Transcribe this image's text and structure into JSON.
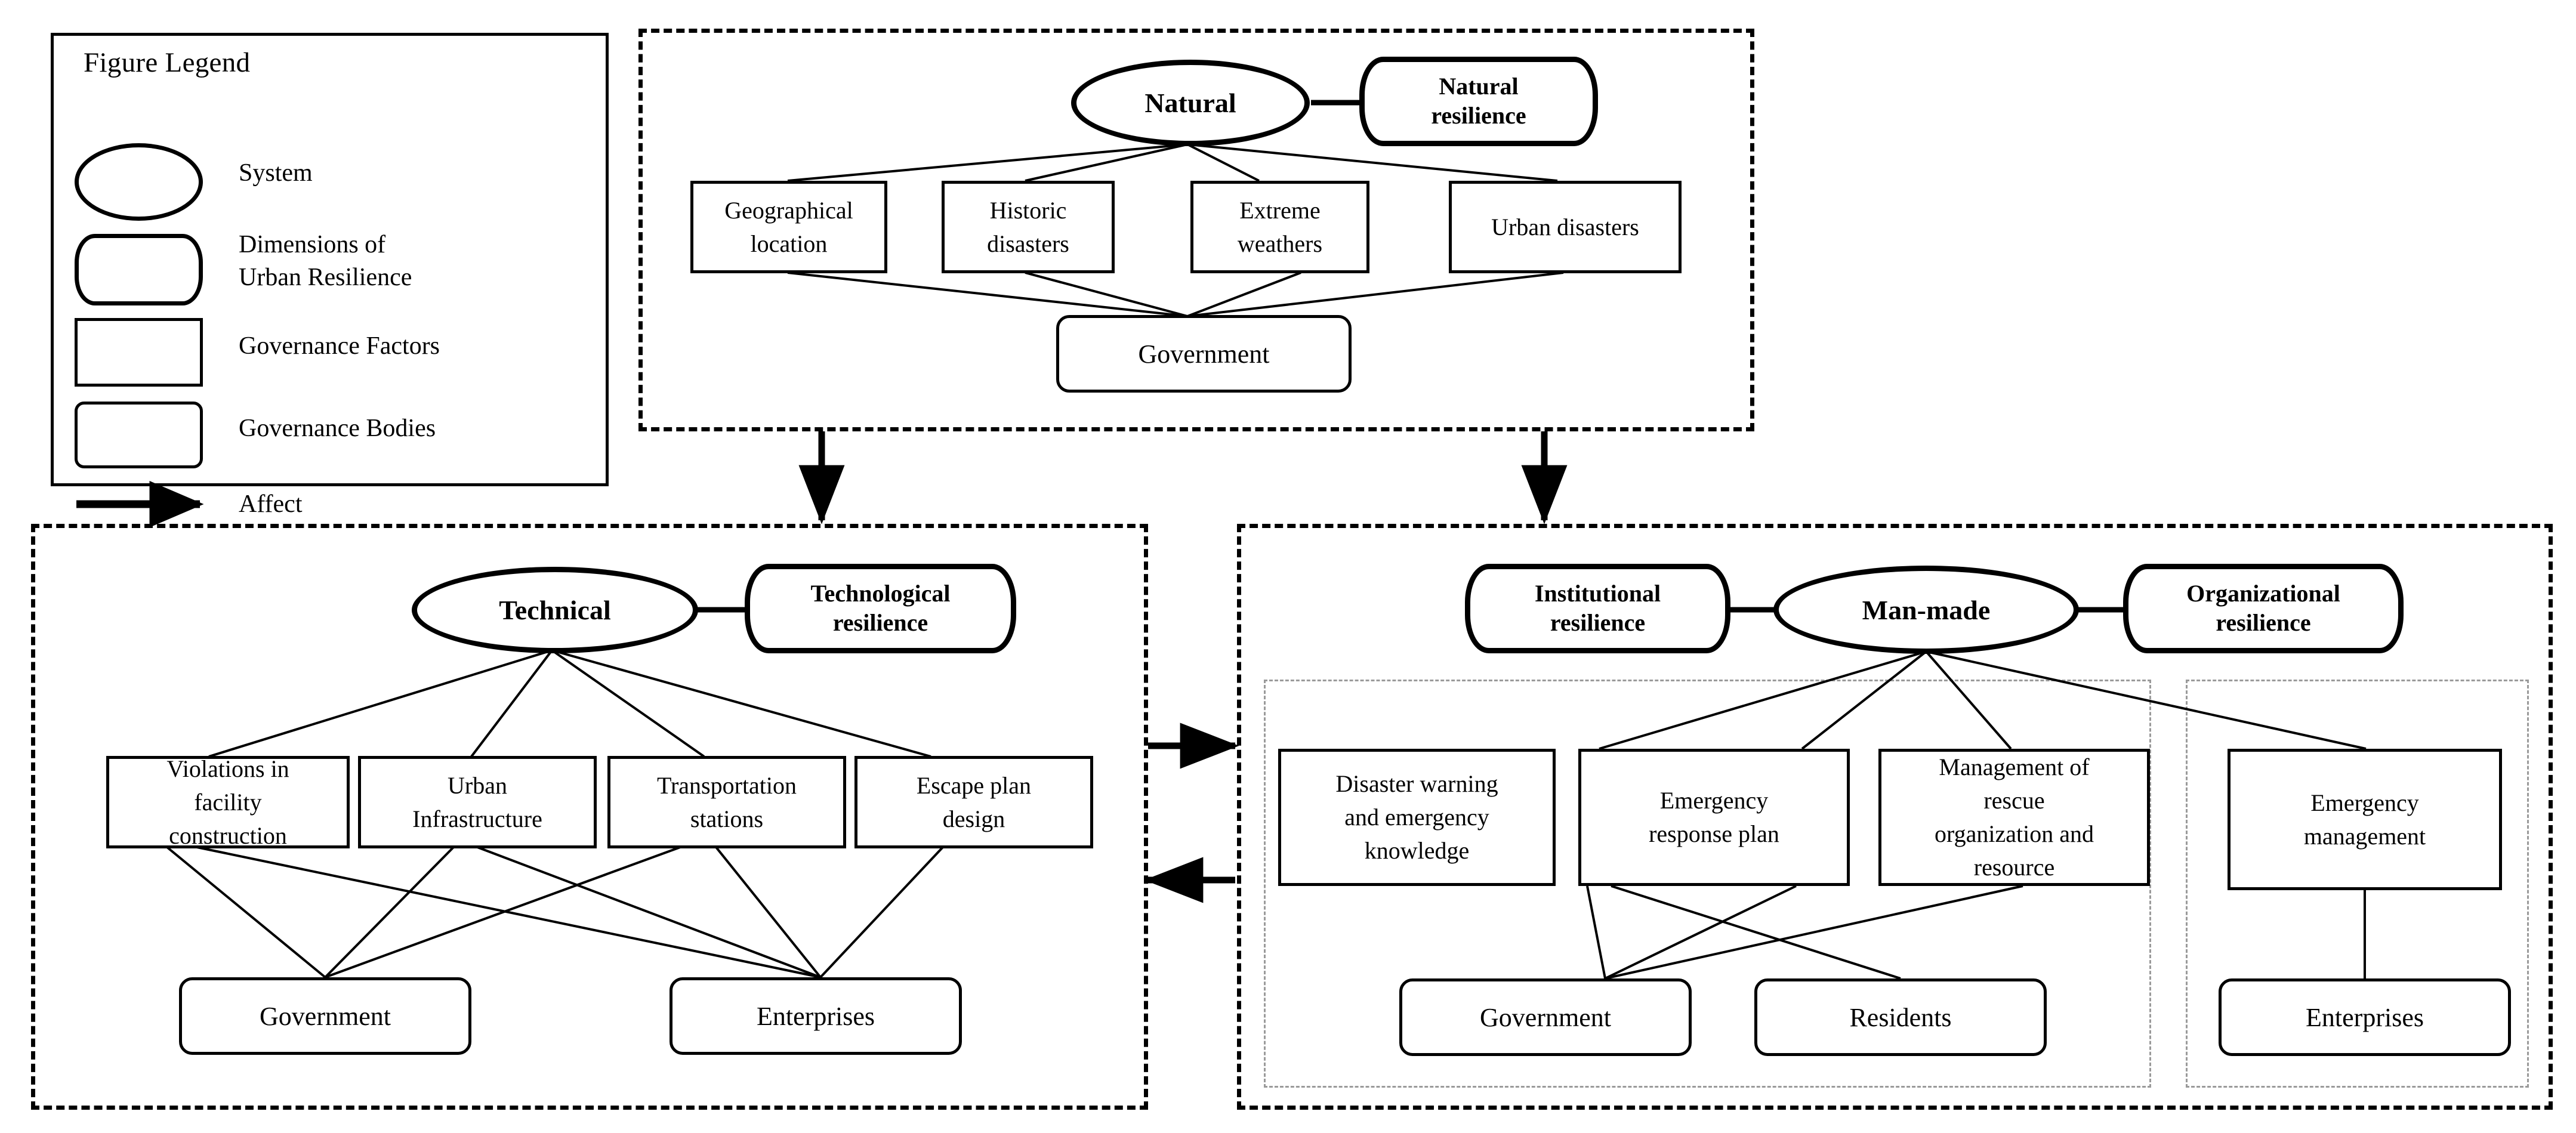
{
  "legend": {
    "title": "Figure Legend",
    "items": [
      {
        "shape": "ellipse",
        "label": "System"
      },
      {
        "shape": "rounded-capsule",
        "label": "Dimensions of\nUrban Resilience"
      },
      {
        "shape": "rectangle",
        "label": "Governance Factors"
      },
      {
        "shape": "rounded-rectangle",
        "label": "Governance Bodies"
      },
      {
        "shape": "arrow",
        "label": "Affect"
      }
    ],
    "label_lines": {
      "system": "System",
      "dimensions_1": "Dimensions of",
      "dimensions_2": "Urban Resilience",
      "factors": "Governance Factors",
      "bodies": "Governance Bodies",
      "affect": "Affect"
    }
  },
  "panels": {
    "natural": {
      "system": "Natural",
      "dimension": {
        "line1": "Natural",
        "line2": "resilience"
      },
      "factors": [
        {
          "line1": "Geographical",
          "line2": "location"
        },
        {
          "line1": "Historic",
          "line2": "disasters"
        },
        {
          "line1": "Extreme",
          "line2": "weathers"
        },
        {
          "line1": "Urban disasters",
          "line2": ""
        }
      ],
      "bodies": [
        "Government"
      ]
    },
    "technical": {
      "system": "Technical",
      "dimension": {
        "line1": "Technological",
        "line2": "resilience"
      },
      "factors": [
        {
          "line1": "Violations in",
          "line2": "facility",
          "line3": "construction"
        },
        {
          "line1": "Urban",
          "line2": "Infrastructure",
          "line3": ""
        },
        {
          "line1": "Transportation",
          "line2": "stations",
          "line3": ""
        },
        {
          "line1": "Escape plan",
          "line2": "design",
          "line3": ""
        }
      ],
      "bodies": [
        "Government",
        "Enterprises"
      ]
    },
    "manmade": {
      "system": "Man-made",
      "dimension_left": {
        "line1": "Institutional",
        "line2": "resilience"
      },
      "dimension_right": {
        "line1": "Organizational",
        "line2": "resilience"
      },
      "group_institutional": {
        "factors": [
          {
            "line1": "Disaster warning",
            "line2": "and emergency",
            "line3": "knowledge"
          },
          {
            "line1": "Emergency",
            "line2": "response plan",
            "line3": ""
          },
          {
            "line1": "Management of",
            "line2": "rescue",
            "line3": "organization and",
            "line4": "resource"
          }
        ],
        "bodies": [
          "Government",
          "Residents"
        ]
      },
      "group_organizational": {
        "factors": [
          {
            "line1": "Emergency",
            "line2": "management",
            "line3": ""
          }
        ],
        "bodies": [
          "Enterprises"
        ]
      }
    }
  },
  "colors": {
    "stroke": "#000000",
    "subpanel_stroke": "#9a9a9a",
    "background": "#ffffff"
  }
}
